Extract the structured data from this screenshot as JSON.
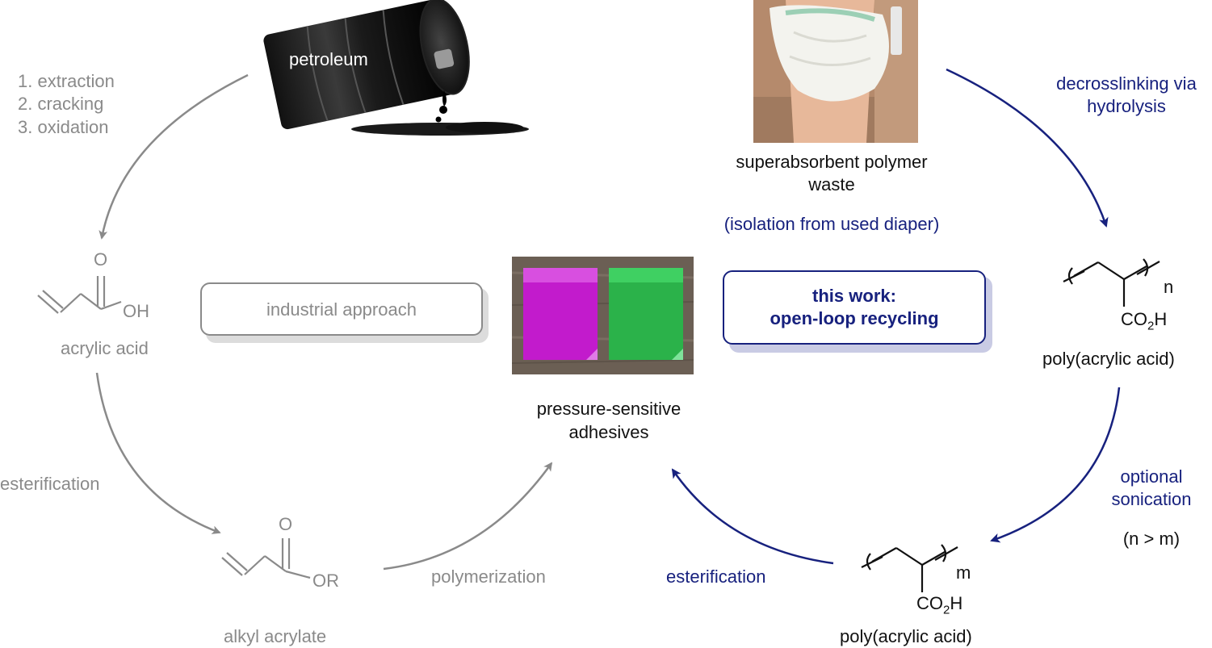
{
  "colors": {
    "industrial": "#8a8a8a",
    "work": "#17217e",
    "text": "#111111",
    "note_magenta": "#c21bcc",
    "note_green": "#2bb24a"
  },
  "petroleum": {
    "label": "petroleum"
  },
  "industrial_steps": [
    "1. extraction",
    "2. cracking",
    "3. oxidation"
  ],
  "acrylic_acid": {
    "label": "acrylic acid",
    "atom_o": "O",
    "atom_oh": "OH"
  },
  "esterification_left": "esterification",
  "alkyl_acrylate": {
    "label": "alkyl acrylate",
    "atom_o": "O",
    "atom_or": "OR"
  },
  "polymerization": "polymerization",
  "industrial_box": "industrial approach",
  "adhesives": {
    "line1": "pressure-sensitive",
    "line2": "adhesives"
  },
  "this_work": {
    "line1": "this work:",
    "line2": "open-loop recycling"
  },
  "sap_waste": {
    "line1": "superabsorbent polymer",
    "line2": "waste",
    "note": "(isolation from used diaper)"
  },
  "decrosslinking": {
    "line1": "decrosslinking via",
    "line2": "hydrolysis"
  },
  "paa_top": {
    "label": "poly(acrylic acid)",
    "subscript": "n",
    "group": "CO",
    "group_sub": "2",
    "group_end": "H"
  },
  "sonication": {
    "line1": "optional",
    "line2": "sonication",
    "condition": "(n > m)"
  },
  "paa_bottom": {
    "label": "poly(acrylic acid)",
    "subscript": "m",
    "group": "CO",
    "group_sub": "2",
    "group_end": "H"
  },
  "esterification_right": "esterification"
}
